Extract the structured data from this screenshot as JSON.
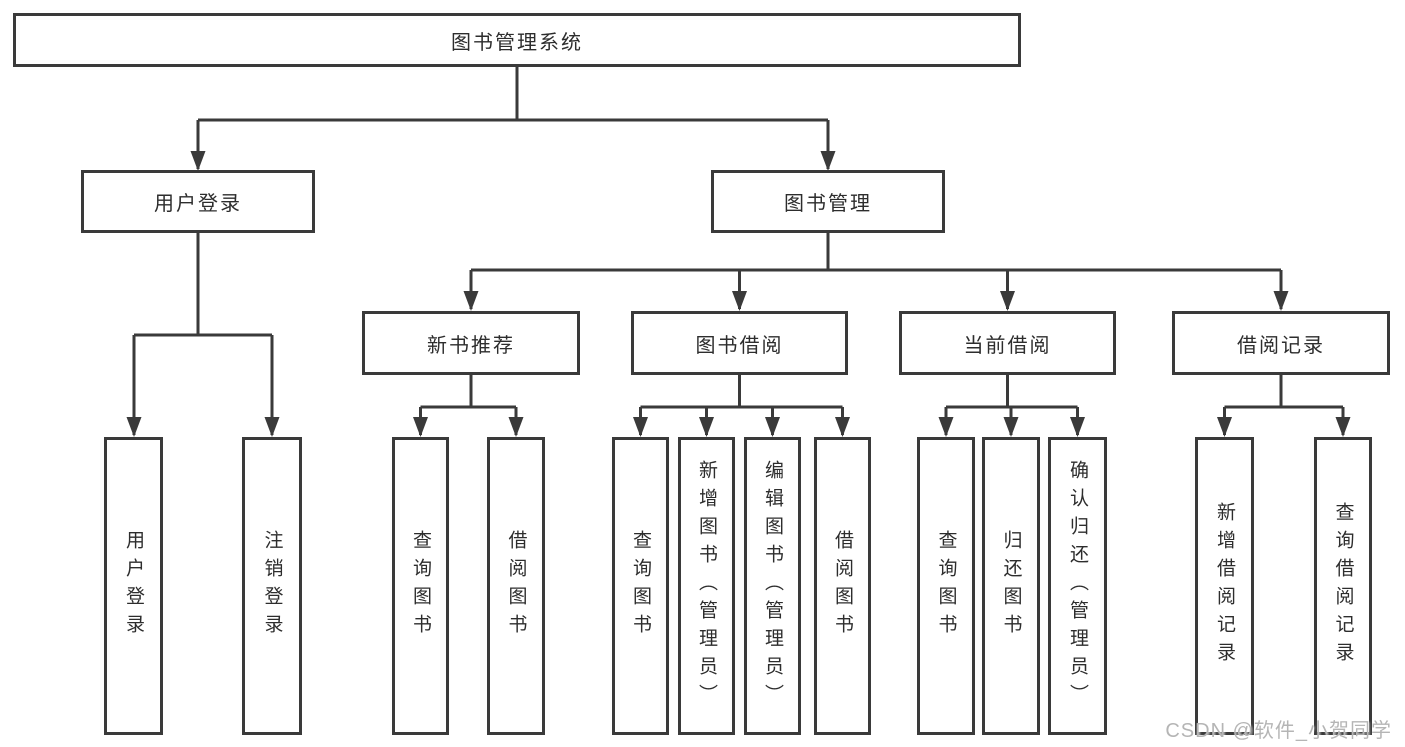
{
  "diagram": {
    "root": {
      "label": "图书管理系统"
    },
    "branches": [
      {
        "label": "用户登录",
        "children": [
          {
            "label": "用户登录"
          },
          {
            "label": "注销登录"
          }
        ]
      },
      {
        "label": "图书管理",
        "sections": [
          {
            "label": "新书推荐",
            "children": [
              {
                "label": "查询图书"
              },
              {
                "label": "借阅图书"
              }
            ]
          },
          {
            "label": "图书借阅",
            "children": [
              {
                "label": "查询图书"
              },
              {
                "label": "新增图书（管理员）"
              },
              {
                "label": "编辑图书（管理员）"
              },
              {
                "label": "借阅图书"
              }
            ]
          },
          {
            "label": "当前借阅",
            "children": [
              {
                "label": "查询图书"
              },
              {
                "label": "归还图书"
              },
              {
                "label": "确认归还（管理员）"
              }
            ]
          },
          {
            "label": "借阅记录",
            "children": [
              {
                "label": "新增借阅记录"
              },
              {
                "label": "查询借阅记录"
              }
            ]
          }
        ]
      }
    ]
  },
  "watermark": {
    "text": "CSDN @软件_小贺同学"
  },
  "colors": {
    "line": "#3a3a3a",
    "text": "#2d2d2d",
    "watermark_text": "#b5b5b5",
    "background": "#ffffff"
  }
}
